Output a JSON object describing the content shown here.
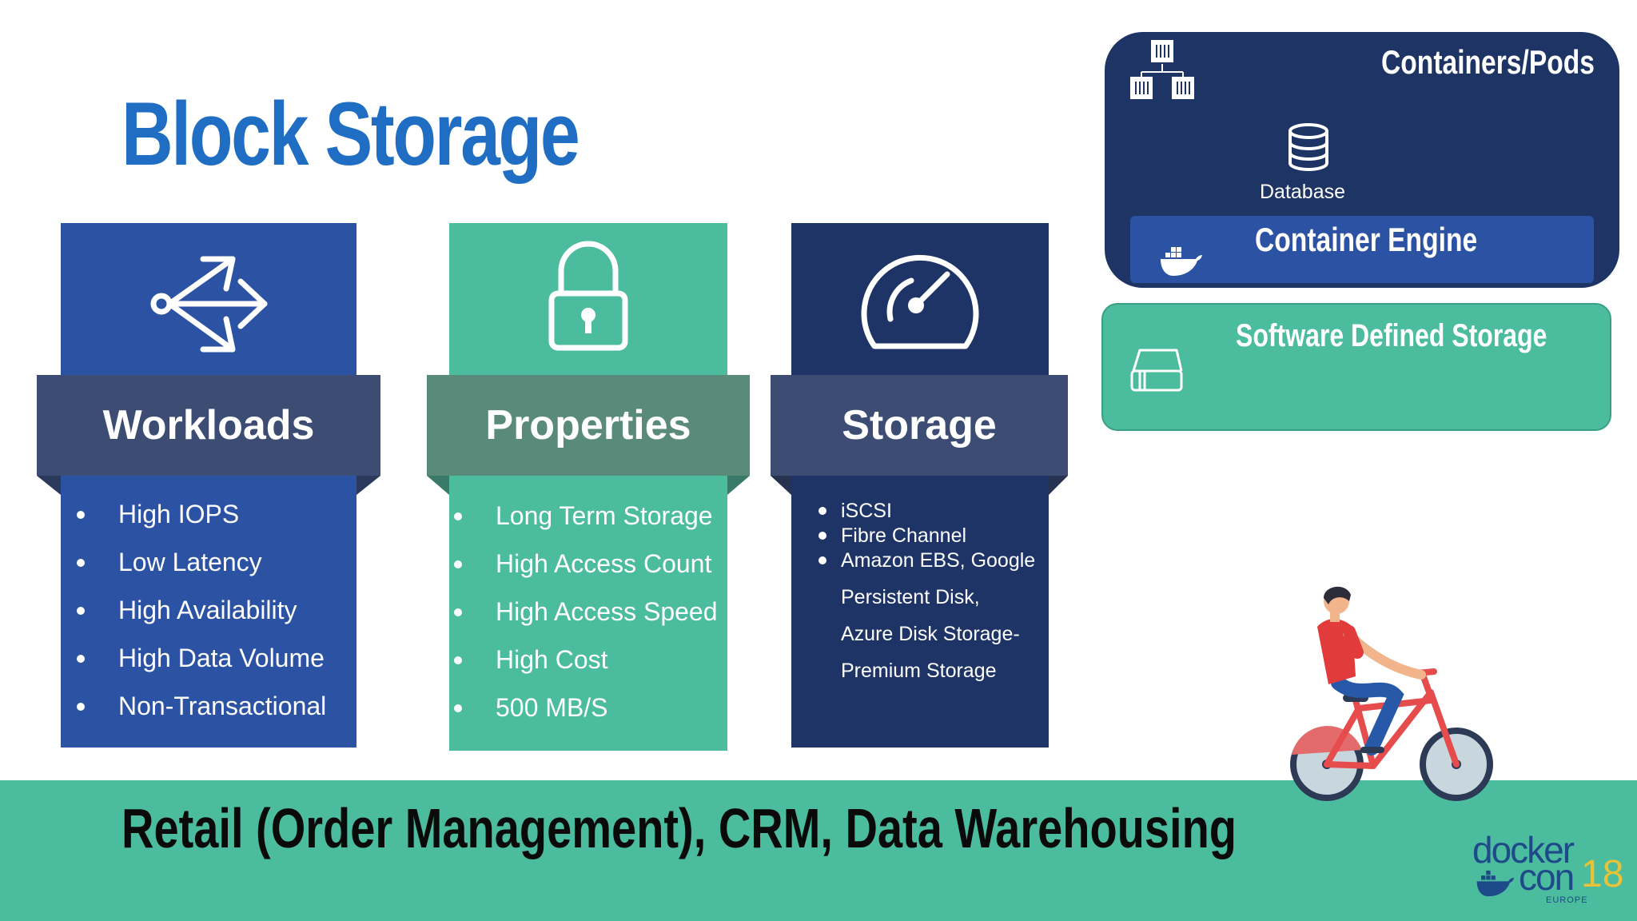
{
  "title": "Block Storage",
  "cards": [
    {
      "heading": "Workloads",
      "icon": "arrow-split-icon",
      "items": [
        "High IOPS",
        "Low Latency",
        "High Availability",
        "High Data Volume",
        "Non-Transactional"
      ]
    },
    {
      "heading": "Properties",
      "icon": "padlock-icon",
      "items": [
        "Long Term Storage",
        "High Access Count",
        "High Access Speed",
        "High Cost",
        "500 MB/S"
      ]
    },
    {
      "heading": "Storage",
      "icon": "speedometer-icon",
      "items": [
        "iSCSI",
        "Fibre Channel",
        "Amazon EBS, Google"
      ],
      "continuation": [
        "Persistent Disk,",
        "Azure Disk Storage-",
        "Premium Storage"
      ]
    }
  ],
  "diagram": {
    "containers_label": "Containers/Pods",
    "database_label": "Database",
    "engine_label": "Container Engine",
    "sds_label": "Software Defined Storage"
  },
  "footer": "Retail (Order Management), CRM,  Data Warehousing",
  "logo": {
    "word1": "docker",
    "word2": "con",
    "year": "18",
    "region": "EUROPE"
  },
  "colors": {
    "title": "#1f6ec4",
    "workloads": "#2b52a3",
    "properties": "#4bbc9d",
    "storage": "#1e3466",
    "banner": "#3c4c73",
    "containers_bg": "#1d3464",
    "engine_bg": "#2b52a3",
    "sds_bg": "#4bbc9d",
    "band": "#4bbc9d"
  }
}
